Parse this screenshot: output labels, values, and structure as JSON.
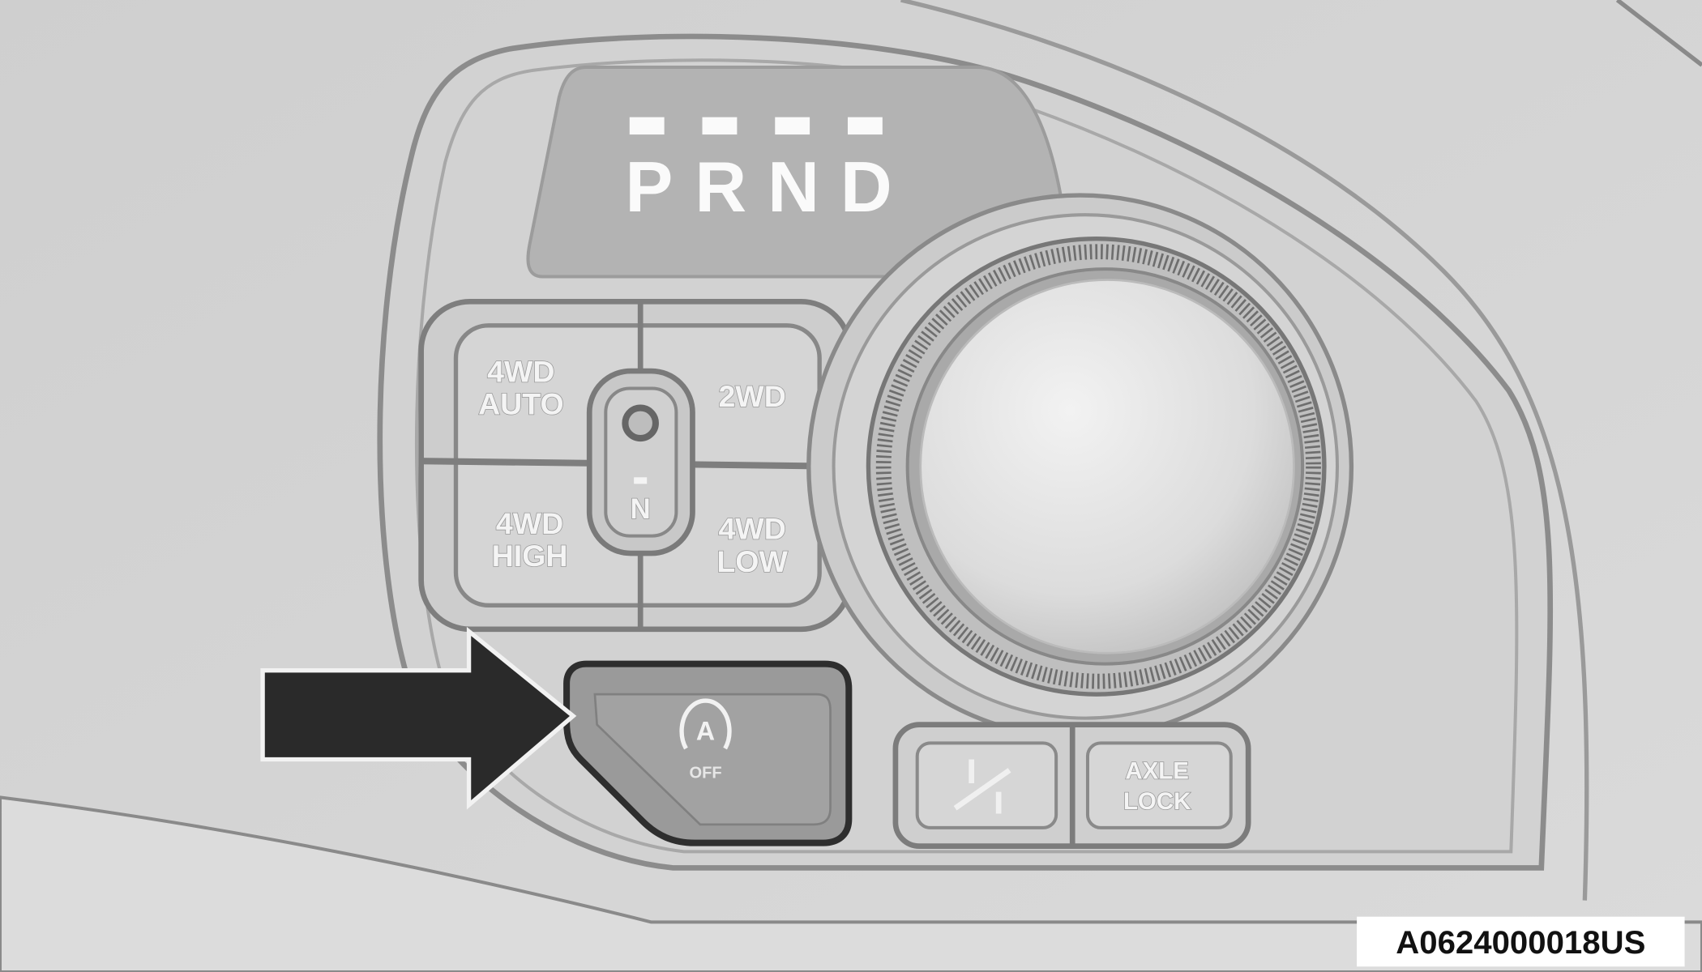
{
  "gear_selector": {
    "positions": [
      "P",
      "R",
      "N",
      "D"
    ]
  },
  "transfer_case": {
    "modes": {
      "top_left": [
        "4WD",
        "AUTO"
      ],
      "top_right": [
        "2WD"
      ],
      "bottom_left": [
        "4WD",
        "HIGH"
      ],
      "bottom_right": [
        "4WD",
        "LOW"
      ]
    },
    "neutral_label": "N"
  },
  "buttons": {
    "hill_descent": {
      "icon": "hill-descent-auto-icon",
      "icon_letter": "A",
      "label": "OFF"
    },
    "sway_bar": {
      "icon": "sway-bar-icon"
    },
    "axle_lock": {
      "label_line1": "AXLE",
      "label_line2": "LOCK"
    }
  },
  "callout": {
    "icon": "arrow-right-icon",
    "color": "#2a2a2a"
  },
  "figure_code": "A0624000018US"
}
